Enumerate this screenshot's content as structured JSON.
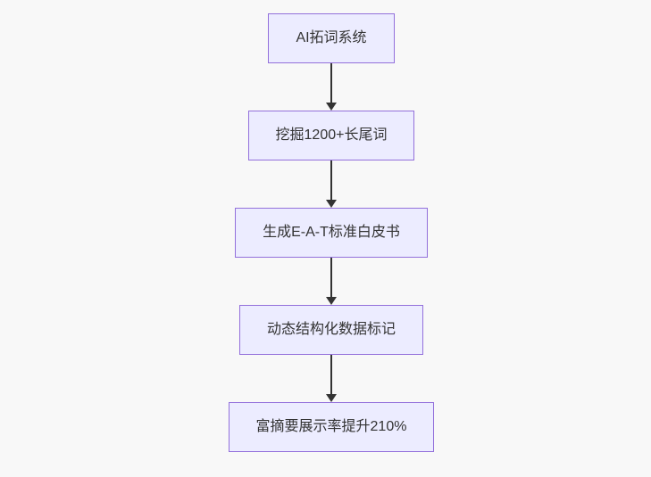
{
  "diagram": {
    "type": "flowchart-top-down",
    "nodes": [
      {
        "id": "A",
        "label": "AI拓词系统"
      },
      {
        "id": "B",
        "label": "挖掘1200+长尾词"
      },
      {
        "id": "C",
        "label": "生成E-A-T标准白皮书"
      },
      {
        "id": "D",
        "label": "动态结构化数据标记"
      },
      {
        "id": "E",
        "label": "富摘要展示率提升210%"
      }
    ],
    "edges": [
      {
        "from": "A",
        "to": "B"
      },
      {
        "from": "B",
        "to": "C"
      },
      {
        "from": "C",
        "to": "D"
      },
      {
        "from": "D",
        "to": "E"
      }
    ],
    "colors": {
      "background": "#f8f8f8",
      "node_fill": "#ececff",
      "node_border": "#9370db",
      "node_text": "#333333",
      "arrow": "#333333"
    }
  }
}
